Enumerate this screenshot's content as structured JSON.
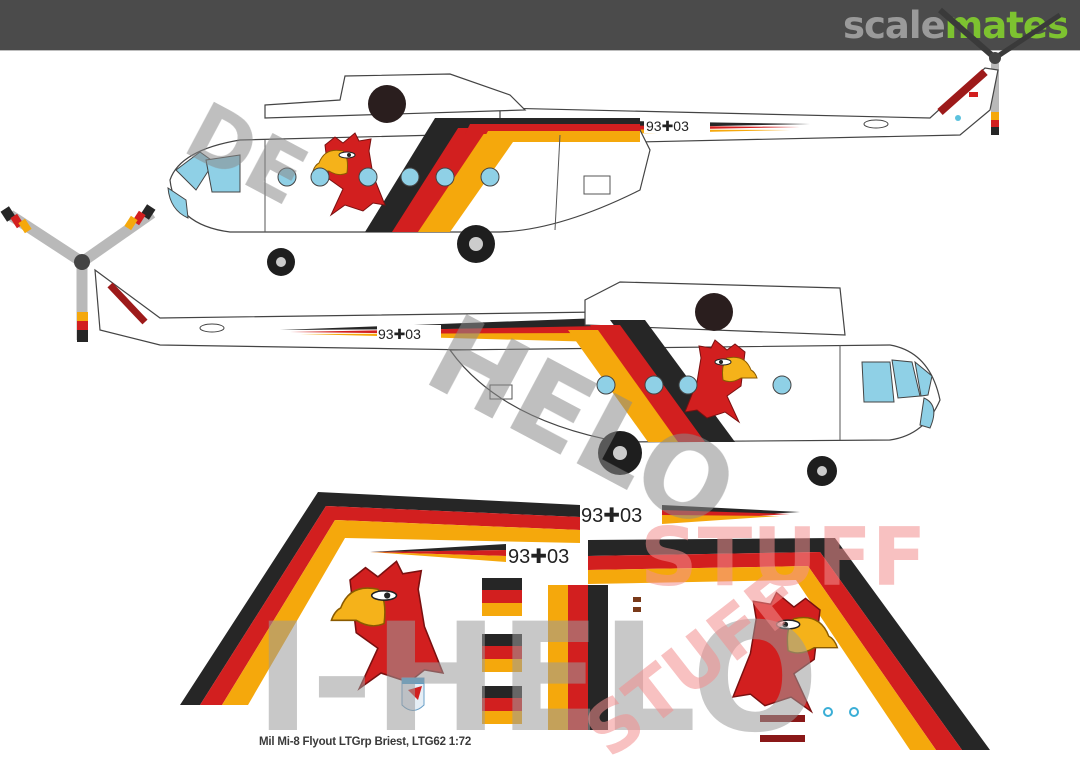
{
  "header": {
    "logo_part1": "scale",
    "logo_part2": "mates",
    "background": "#4b4b4b",
    "logo_gray": "#9a9a9a",
    "logo_green": "#7dc230"
  },
  "decal_sheet": {
    "caption": "Mil Mi-8 Flyout LTGrp Briest, LTG62 1:72",
    "serial_code": "93✚03",
    "serial_left": "93",
    "serial_right": "03",
    "watermark_top": "DE",
    "watermark_middle": "HELO",
    "watermark_bottom": "I-HELO",
    "watermark_stuff": "STUFF",
    "colors": {
      "black": "#262626",
      "red": "#d21f1f",
      "gold": "#f5a80c",
      "window_blue": "#8fd0e6",
      "rotor_gray": "#b9b9b9",
      "watermark_gray": "#9c9c9c",
      "watermark_pink": "#f28f8f"
    }
  },
  "profiles": [
    {
      "name": "Helicopter left profile",
      "serial": "93✚03"
    },
    {
      "name": "Helicopter right profile",
      "serial": "93✚03"
    }
  ]
}
